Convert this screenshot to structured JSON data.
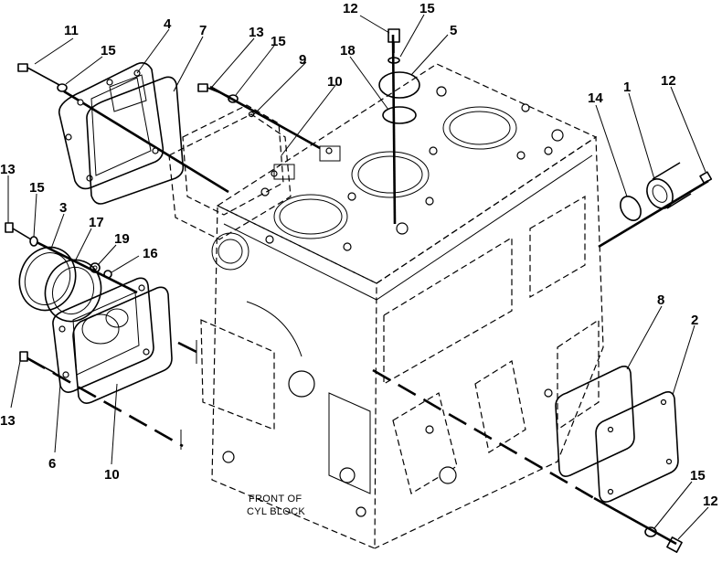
{
  "caption": {
    "line1": "FRONT OF",
    "line2": "CYL BLOCK"
  },
  "callouts": [
    {
      "text": "11"
    },
    {
      "text": "15"
    },
    {
      "text": "4"
    },
    {
      "text": "7"
    },
    {
      "text": "13"
    },
    {
      "text": "15"
    },
    {
      "text": "9"
    },
    {
      "text": "10"
    },
    {
      "text": "12"
    },
    {
      "text": "15"
    },
    {
      "text": "5"
    },
    {
      "text": "18"
    },
    {
      "text": "14"
    },
    {
      "text": "1"
    },
    {
      "text": "12"
    },
    {
      "text": "13"
    },
    {
      "text": "15"
    },
    {
      "text": "3"
    },
    {
      "text": "17"
    },
    {
      "text": "19"
    },
    {
      "text": "16"
    },
    {
      "text": "8"
    },
    {
      "text": "2"
    },
    {
      "text": "13"
    },
    {
      "text": "6"
    },
    {
      "text": "10"
    },
    {
      "text": "15"
    },
    {
      "text": "12"
    }
  ]
}
